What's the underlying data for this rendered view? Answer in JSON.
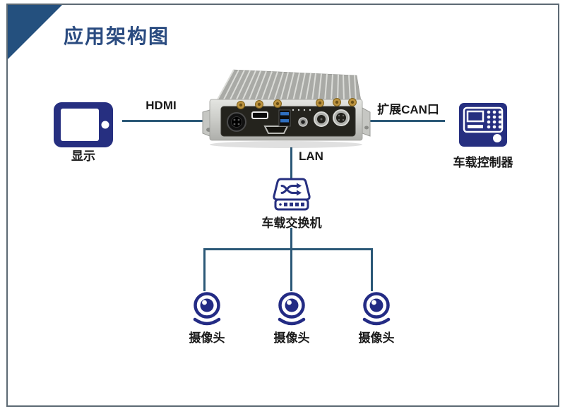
{
  "title": "应用架构图",
  "nodes": {
    "display": {
      "label": "显示"
    },
    "controller": {
      "label": "车载控制器"
    },
    "switch": {
      "label": "车载交换机"
    },
    "cameras": [
      {
        "label": "摄像头"
      },
      {
        "label": "摄像头"
      },
      {
        "label": "摄像头"
      }
    ]
  },
  "links": {
    "hdmi": {
      "label": "HDMI"
    },
    "can": {
      "label": "扩展CAN口"
    },
    "lan": {
      "label": "LAN"
    }
  },
  "colors": {
    "icon_navy": "#262f80",
    "line_teal": "#2b5877",
    "title_blue": "#2a4b80",
    "corner_triangle": "#24507e",
    "frame_border": "#5d6a74",
    "label_text": "#1a1a1a"
  }
}
